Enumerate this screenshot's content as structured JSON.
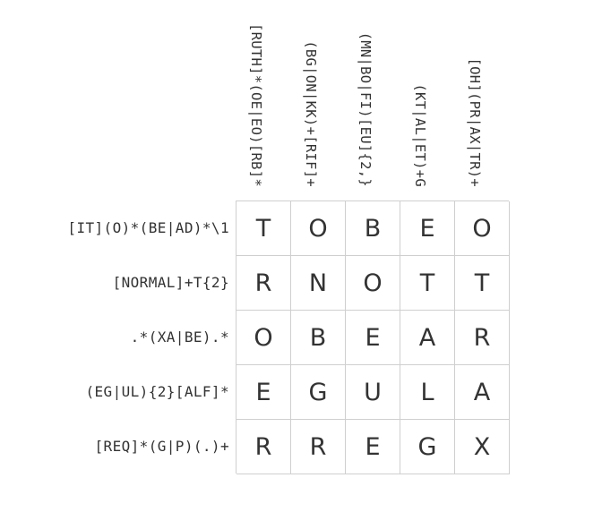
{
  "puzzle": {
    "column_clues": [
      "[RUTH]*(OE|EO)[RB]*",
      "(BG|ON|KK)+[RIF]+",
      "(MN|BO|FI)[EU]{2,}",
      "(KT|AL|ET)+G",
      "[OH](PR|AX|TR)+"
    ],
    "row_clues": [
      "[IT](O)*(BE|AD)*\\1",
      "[NORMAL]+T{2}",
      ".*(XA|BE).*",
      "(EG|UL){2}[ALF]*",
      "[REQ]*(G|P)(.)+"
    ],
    "grid": [
      [
        "T",
        "O",
        "B",
        "E",
        "O"
      ],
      [
        "R",
        "N",
        "O",
        "T",
        "T"
      ],
      [
        "O",
        "B",
        "E",
        "A",
        "R"
      ],
      [
        "E",
        "G",
        "U",
        "L",
        "A"
      ],
      [
        "R",
        "R",
        "E",
        "G",
        "X"
      ]
    ]
  }
}
